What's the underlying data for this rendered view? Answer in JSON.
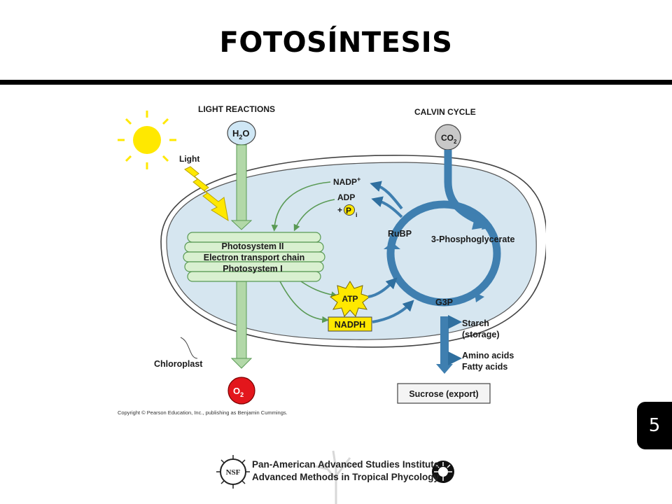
{
  "slide": {
    "title": "FOTOSÍNTESIS",
    "page_number": "5"
  },
  "diagram": {
    "light_reactions_label": "LIGHT REACTIONS",
    "calvin_cycle_label": "CALVIN CYCLE",
    "h2o_label": "H",
    "h2o_sub": "2",
    "h2o_suffix": "O",
    "co2_label": "CO",
    "co2_sub": "2",
    "o2_label": "O",
    "o2_sub": "2",
    "light_label": "Light",
    "chloroplast_label": "Chloroplast",
    "thylakoid_lines": [
      "Photosystem II",
      "Electron transport chain",
      "Photosystem I"
    ],
    "nadp_label": "NADP",
    "nadp_sup": "+",
    "adp_label": "ADP",
    "pi_prefix": "+",
    "pi_label": "P",
    "pi_sub": "i",
    "atp_label": "ATP",
    "nadph_label": "NADPH",
    "rubp_label": "RuBP",
    "phosphoglycerate_label": "3-Phosphoglycerate",
    "g3p_label": "G3P",
    "starch_label": "Starch",
    "storage_label": "(storage)",
    "amino_acids_label": "Amino acids",
    "fatty_acids_label": "Fatty acids",
    "sucrose_label": "Sucrose (export)",
    "copyright": "Copyright © Pearson Education, Inc., publishing as Benjamin Cummings.",
    "colors": {
      "stroma": "#d6e6f0",
      "thylakoid": "#d9f0d0",
      "calvin_arrow": "#3f7fb0",
      "light_arrow": "#b2d8a8",
      "o2_fill": "#e3161c",
      "sun": "#ffe800"
    }
  },
  "footer": {
    "line1": "Pan-American Advanced Studies Institute",
    "line2": "Advanced Methods in Tropical Phycology",
    "nsf_logo": "NSF"
  }
}
